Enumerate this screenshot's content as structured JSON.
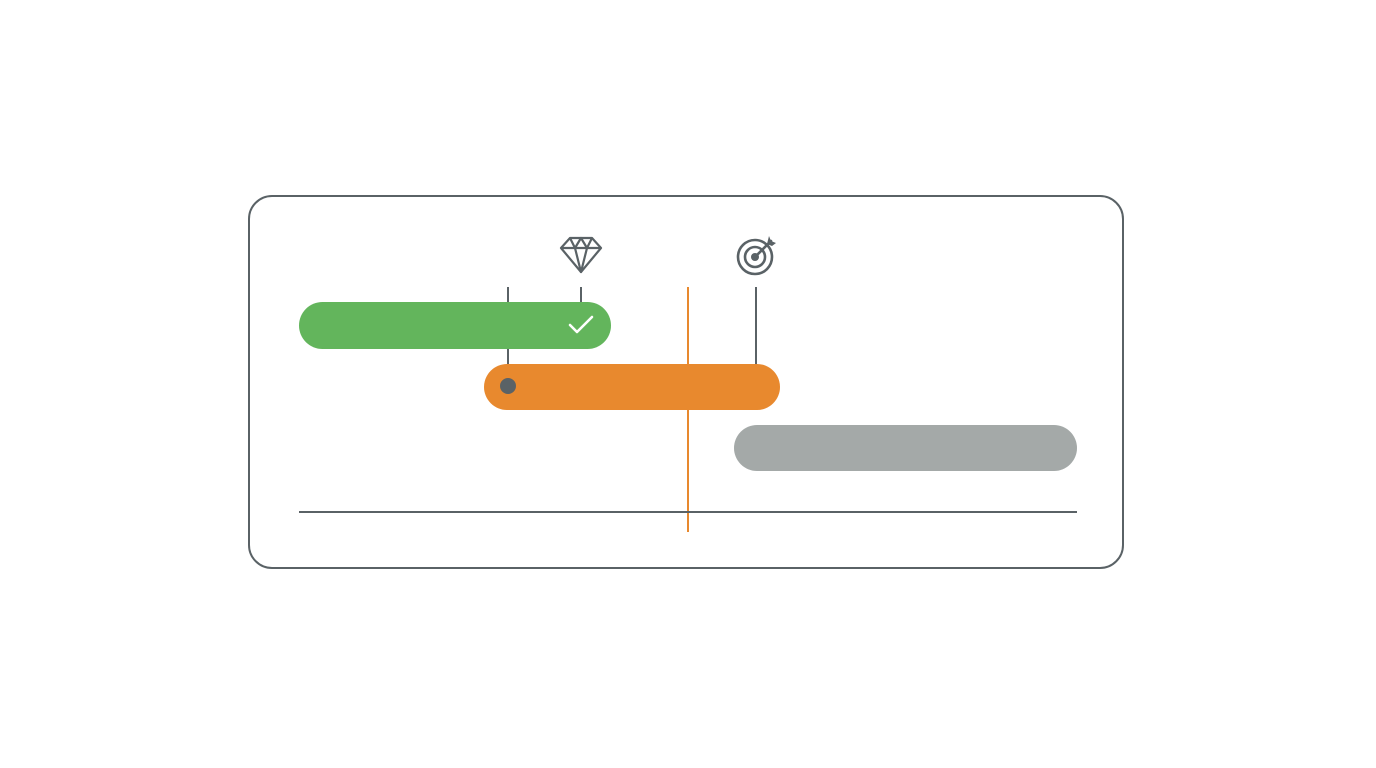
{
  "colors": {
    "border": "#5a6266",
    "done": "#63b55c",
    "in_progress": "#e8892e",
    "planned": "#a4a9a8",
    "today_marker": "#e8892e",
    "background": "#ffffff"
  },
  "icons": {
    "milestone_1": "gem-icon",
    "milestone_2": "target-icon",
    "completed": "check-icon"
  },
  "tasks": [
    {
      "status": "done"
    },
    {
      "status": "in-progress"
    },
    {
      "status": "planned"
    }
  ]
}
